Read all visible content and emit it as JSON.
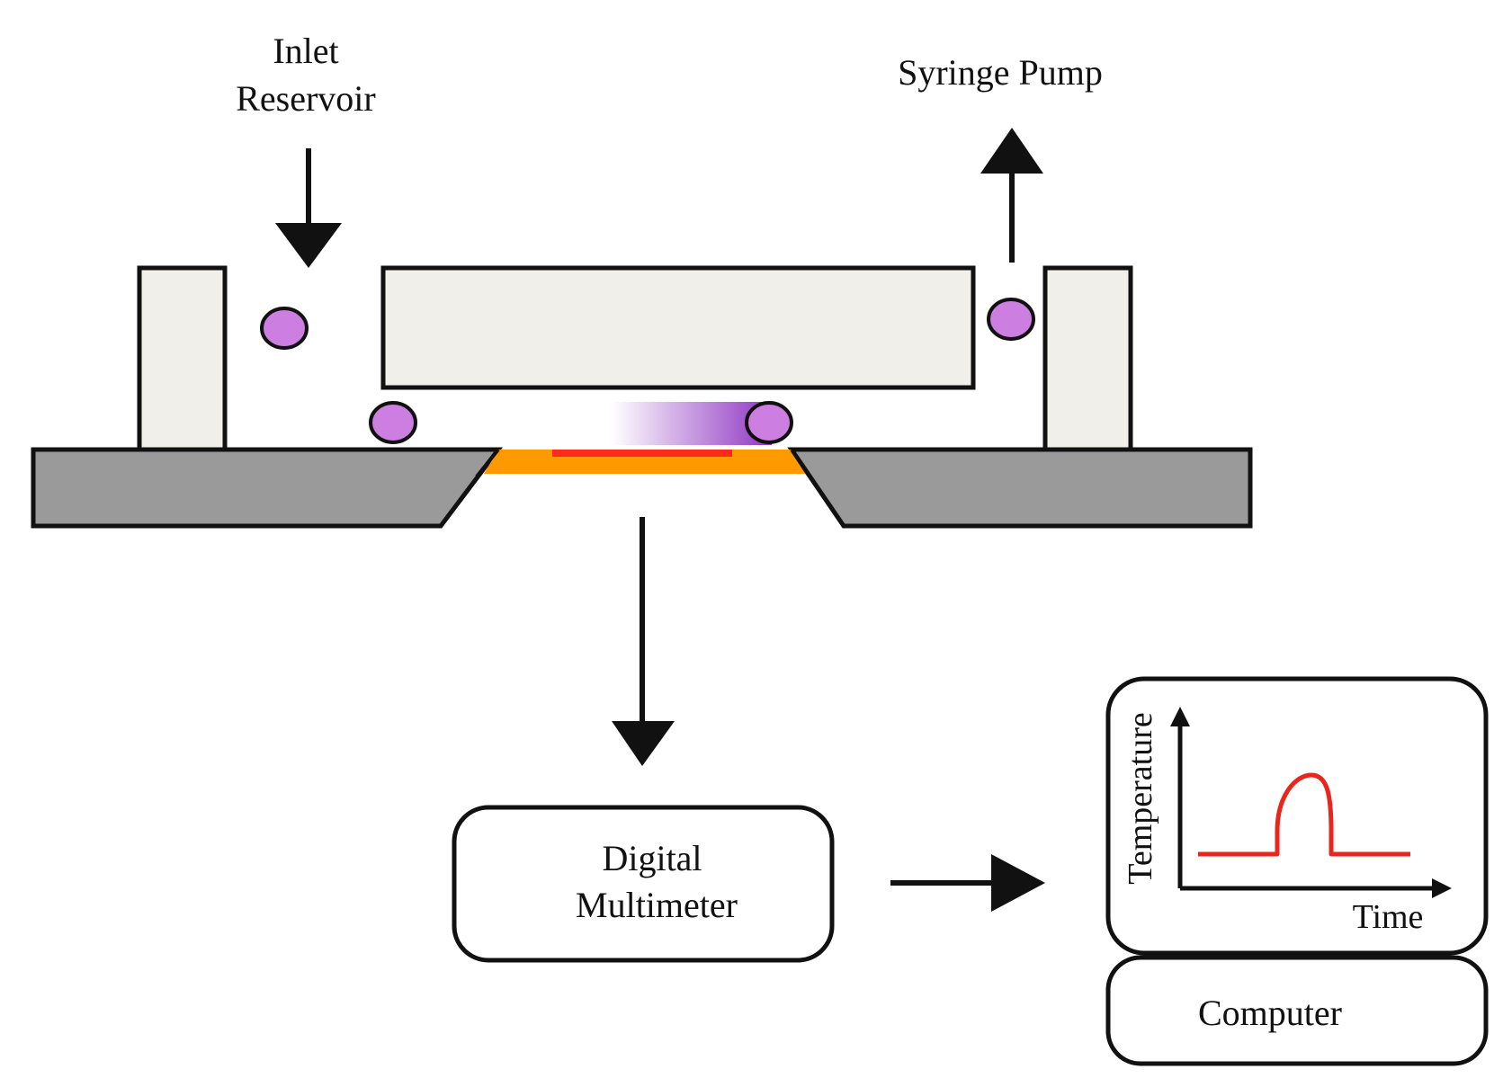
{
  "labels": {
    "inlet_line1": "Inlet",
    "inlet_line2": "Reservoir",
    "syringe_pump": "Syringe Pump",
    "multimeter_line1": "Digital",
    "multimeter_line2": "Multimeter",
    "computer": "Computer",
    "plot_ylabel": "Temperature",
    "plot_xlabel": "Time"
  },
  "colors": {
    "wall_fill": "#f1efea",
    "base_fill": "#9a9a9a",
    "sensor_orange": "#ff9900",
    "sensor_red": "#ff2a1a",
    "droplet_fill": "#cc7fe0",
    "trail_color": "#8a2dbf",
    "signal_red": "#e8271c",
    "outline": "#111111"
  },
  "icons": {
    "flow_arrows": "arrow-icon"
  }
}
